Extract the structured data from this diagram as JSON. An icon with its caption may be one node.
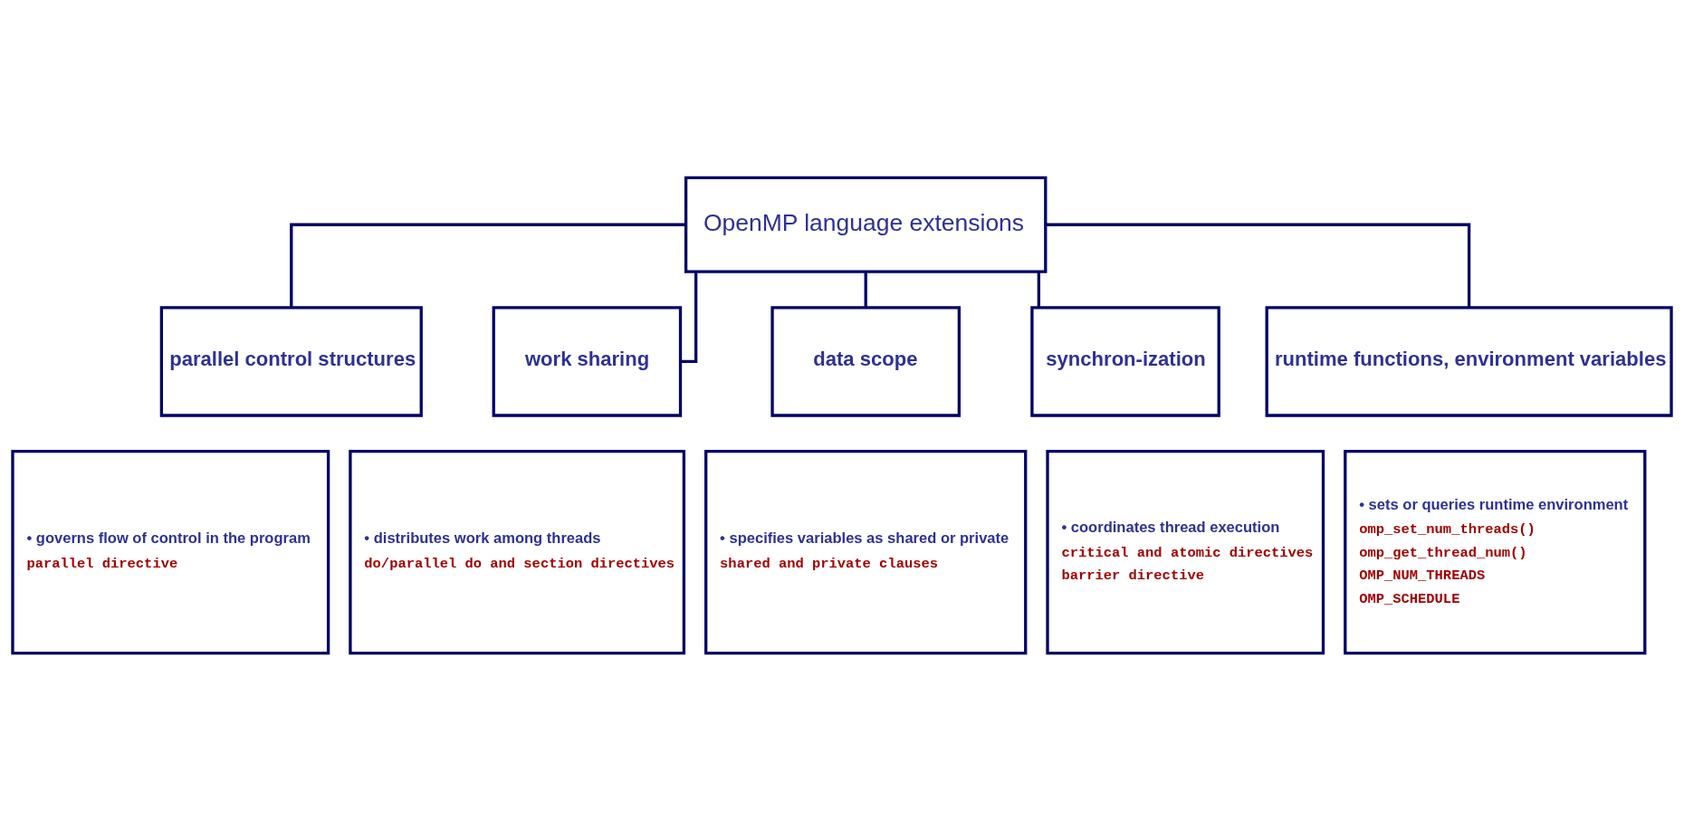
{
  "diagram": {
    "nodes": [
      {
        "text": [
          "OpenMP language extensions"
        ]
      },
      {
        "text": [
          "parallel control structures"
        ]
      },
      {
        "text": [
          "work sharing"
        ]
      },
      {
        "text": [
          "data scope"
        ]
      },
      {
        "text": [
          "synchron-ization"
        ]
      },
      {
        "text": [
          "runtime functions, environment variables"
        ]
      },
      {
        "text": [
          "• governs flow of control in the program",
          "parallel directive"
        ]
      },
      {
        "text": [
          "• distributes work among threads",
          "do/parallel do and section directives"
        ]
      },
      {
        "text": [
          "• specifies variables as shared or private",
          "shared and private clauses"
        ]
      },
      {
        "text": [
          "• coordinates thread execution",
          "critical and atomic directives",
          "barrier directive"
        ]
      },
      {
        "text": [
          "• sets or queries runtime environment",
          "omp_set_num_threads()",
          "omp_get_thread_num()",
          "OMP_NUM_THREADS",
          "OMP_SCHEDULE"
        ]
      }
    ],
    "edges": [
      {
        "from": 0,
        "to": 1,
        "arrow": "none"
      },
      {
        "from": 0,
        "to": 2,
        "arrow": "none"
      },
      {
        "from": 0,
        "to": 3,
        "arrow": "none"
      },
      {
        "from": 0,
        "to": 4,
        "arrow": "none"
      },
      {
        "from": 0,
        "to": 5,
        "arrow": "none"
      }
    ]
  }
}
